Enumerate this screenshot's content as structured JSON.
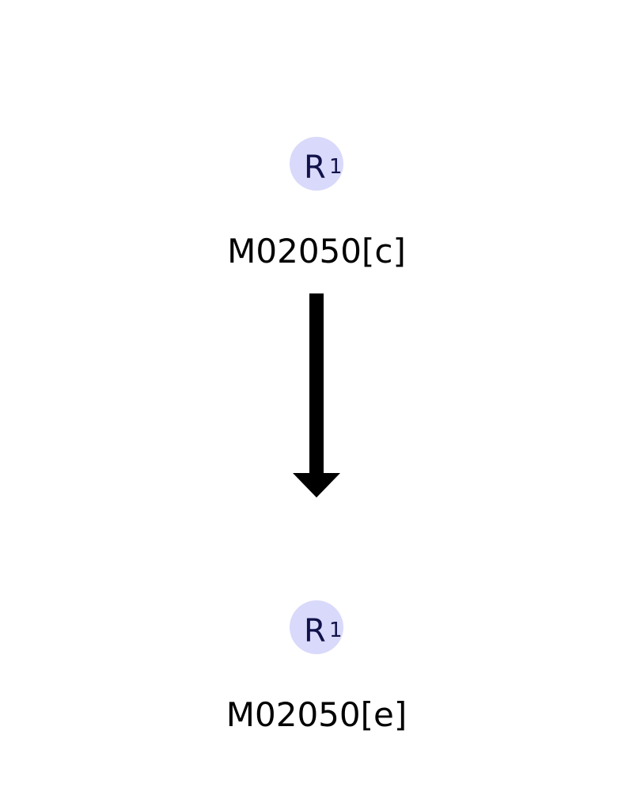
{
  "reaction": {
    "reactant": {
      "symbol": "R",
      "index": "1",
      "label": "M02050[c]"
    },
    "product": {
      "symbol": "R",
      "index": "1",
      "label": "M02050[e]"
    },
    "direction": "down"
  },
  "colors": {
    "node_fill": "#d9d9fb",
    "glyph_text": "#12124a",
    "label_text": "#000000",
    "arrow": "#000000"
  }
}
